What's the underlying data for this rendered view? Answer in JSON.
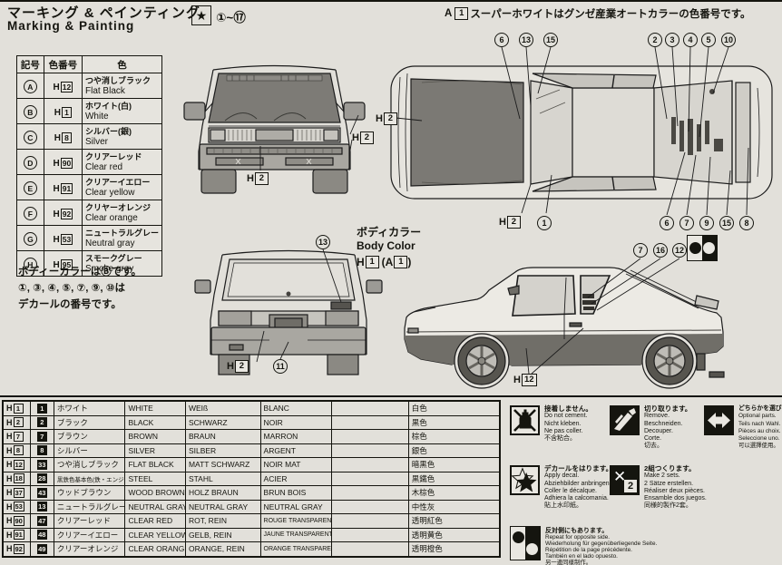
{
  "sheet": {
    "title_jp": "マーキング & ペインティング",
    "title_en": "Marking & Painting",
    "star_char": "★",
    "star_range": "①~⑰",
    "note_a": "A",
    "note_a_num": "1",
    "note_text": "スーパーホワイトはグンゼ産業オートカラーの色番号です。"
  },
  "symbol_table": {
    "headers": [
      "記号",
      "色番号",
      "色"
    ],
    "rows": [
      {
        "sym": "A",
        "h": "H",
        "num": "12",
        "jp": "つや消しブラック",
        "en": "Flat Black"
      },
      {
        "sym": "B",
        "h": "H",
        "num": "1",
        "jp": "ホワイト(白)",
        "en": "White"
      },
      {
        "sym": "C",
        "h": "H",
        "num": "8",
        "jp": "シルバー(銀)",
        "en": "Silver"
      },
      {
        "sym": "D",
        "h": "H",
        "num": "90",
        "jp": "クリアーレッド",
        "en": "Clear red"
      },
      {
        "sym": "E",
        "h": "H",
        "num": "91",
        "jp": "クリアーイエロー",
        "en": "Clear yellow"
      },
      {
        "sym": "F",
        "h": "H",
        "num": "92",
        "jp": "クリヤーオレンジ",
        "en": "Clear orange"
      },
      {
        "sym": "G",
        "h": "H",
        "num": "53",
        "jp": "ニュートラルグレー",
        "en": "Neutral gray"
      },
      {
        "sym": "H",
        "h": "H",
        "num": "95",
        "jp": "スモークグレー",
        "en": "Smoke gray"
      }
    ]
  },
  "notes": {
    "line1": "ボディーカラーはⒷです。",
    "line2": "①, ③, ④, ⑤, ⑦, ⑨, ⑩は",
    "line3": "デカールの番号です。"
  },
  "body_color": {
    "jp": "ボディカラー",
    "en": "Body Color",
    "h": "H",
    "h_num": "1",
    "open": "(",
    "a": "A",
    "a_num": "1",
    "close": ")"
  },
  "labels": {
    "front_side": {
      "h": "H",
      "n": "2"
    },
    "front_bottom": {
      "h": "H",
      "n": "2"
    },
    "top_left": {
      "h": "H",
      "n": "2"
    },
    "top_bottom": {
      "h": "H",
      "n": "2"
    },
    "rear_bottom": {
      "h": "H",
      "n": "2"
    },
    "side_bottom": {
      "h": "H",
      "n": "12"
    }
  },
  "callouts": {
    "top_view_top_left": [
      "6",
      "13",
      "15"
    ],
    "top_view_top_right": [
      "2",
      "3",
      "4",
      "5",
      "10"
    ],
    "top_view_bottom": [
      "1"
    ],
    "top_view_bottom_right": [
      "6",
      "7",
      "9",
      "15",
      "8"
    ],
    "rear_view_top": [
      "13"
    ],
    "rear_view_bottom": [
      "11"
    ],
    "side_view_top": [
      "7",
      "16",
      "12"
    ]
  },
  "color_chart": {
    "rows": [
      {
        "h": "H",
        "hn": "1",
        "chip": "1",
        "jp": "ホワイト",
        "en": "WHITE",
        "de": "WEIß",
        "fr": "BLANC",
        "cn": "白色"
      },
      {
        "h": "H",
        "hn": "2",
        "chip": "2",
        "jp": "ブラック",
        "en": "BLACK",
        "de": "SCHWARZ",
        "fr": "NOIR",
        "cn": "黒色"
      },
      {
        "h": "H",
        "hn": "7",
        "chip": "7",
        "jp": "ブラウン",
        "en": "BROWN",
        "de": "BRAUN",
        "fr": "MARRON",
        "cn": "棕色"
      },
      {
        "h": "H",
        "hn": "8",
        "chip": "8",
        "jp": "シルバー",
        "en": "SILVER",
        "de": "SILBER",
        "fr": "ARGENT",
        "cn": "銀色"
      },
      {
        "h": "H",
        "hn": "12",
        "chip": "33",
        "jp": "つや消しブラック",
        "en": "FLAT BLACK",
        "de": "MATT SCHWARZ",
        "fr": "NOIR MAT",
        "cn": "暗黒色"
      },
      {
        "h": "H",
        "hn": "18",
        "chip": "28",
        "jp": "黒鉄色基本色(鉄・エンジン用)",
        "en": "STEEL",
        "de": "STAHL",
        "fr": "ACIER",
        "cn": "黒鐵色"
      },
      {
        "h": "H",
        "hn": "37",
        "chip": "43",
        "jp": "ウッドブラウン",
        "en": "WOOD BROWN",
        "de": "HOLZ BRAUN",
        "fr": "BRUN BOIS",
        "cn": "木棕色"
      },
      {
        "h": "H",
        "hn": "53",
        "chip": "13",
        "jp": "ニュートラルグレー",
        "en": "NEUTRAL GRAY",
        "de": "NEUTRAL GRAY",
        "fr": "NEUTRAL GRAY",
        "cn": "中性灰"
      },
      {
        "h": "H",
        "hn": "90",
        "chip": "47",
        "jp": "クリアーレッド",
        "en": "CLEAR RED",
        "de": "ROT, REIN",
        "fr": "ROUGE TRANSPARENT",
        "cn": "透明紅色"
      },
      {
        "h": "H",
        "hn": "91",
        "chip": "48",
        "jp": "クリアーイエロー",
        "en": "CLEAR YELLOW",
        "de": "GELB, REIN",
        "fr": "JAUNE TRANSPARENT",
        "cn": "透明黄色"
      },
      {
        "h": "H",
        "hn": "92",
        "chip": "49",
        "jp": "クリアーオレンジ",
        "en": "CLEAR ORANGE",
        "de": "ORANGE, REIN",
        "fr": "ORANGE TRANSPARENT",
        "cn": "透明橙色"
      }
    ]
  },
  "instructions": [
    {
      "icon": "glue-bottle-crossed",
      "lines": [
        "接着しません。",
        "Do not cement.",
        "Nicht kleben.",
        "Ne pas coller.",
        "不含粘合。"
      ]
    },
    {
      "icon": "knife",
      "lines": [
        "切り取ります。",
        "Remove.",
        "Beschneiden.",
        "Decouper.",
        "Corte.",
        "切去。"
      ]
    },
    {
      "icon": "double-arrow",
      "lines": [
        "どちらかを選びます。",
        "Optional parts.",
        "Teils nach Wahl.",
        "Pièces au choix.",
        "Seleccione uno.",
        "可以選擇使用。"
      ]
    },
    {
      "icon": "star-decal",
      "lines": [
        "デカールをはります。",
        "Apply decal.",
        "Abziehbilder anbringen.",
        "Coller le décalque.",
        "Adhiera la calcomania.",
        "貼上水印紙。"
      ]
    },
    {
      "icon": "x2",
      "lines": [
        "2組つくります。",
        "Make 2 sets.",
        "2 Sätze erstellen.",
        "Réaliser deux pièces.",
        "Ensamble dos juegos.",
        "同様的製作2套。"
      ]
    },
    {
      "icon": "mirror-circles",
      "lines": [
        "反対側にもあります。",
        "Repeat for opposite side.",
        "Wiederholung für gegenüberliegende Seite.",
        "Répétition de la page précédente.",
        "También en el lado opuesto.",
        "另一邊同樣制作。"
      ]
    }
  ],
  "icons": {
    "x2_x": "✕",
    "x2_two": "2",
    "star": "★"
  }
}
